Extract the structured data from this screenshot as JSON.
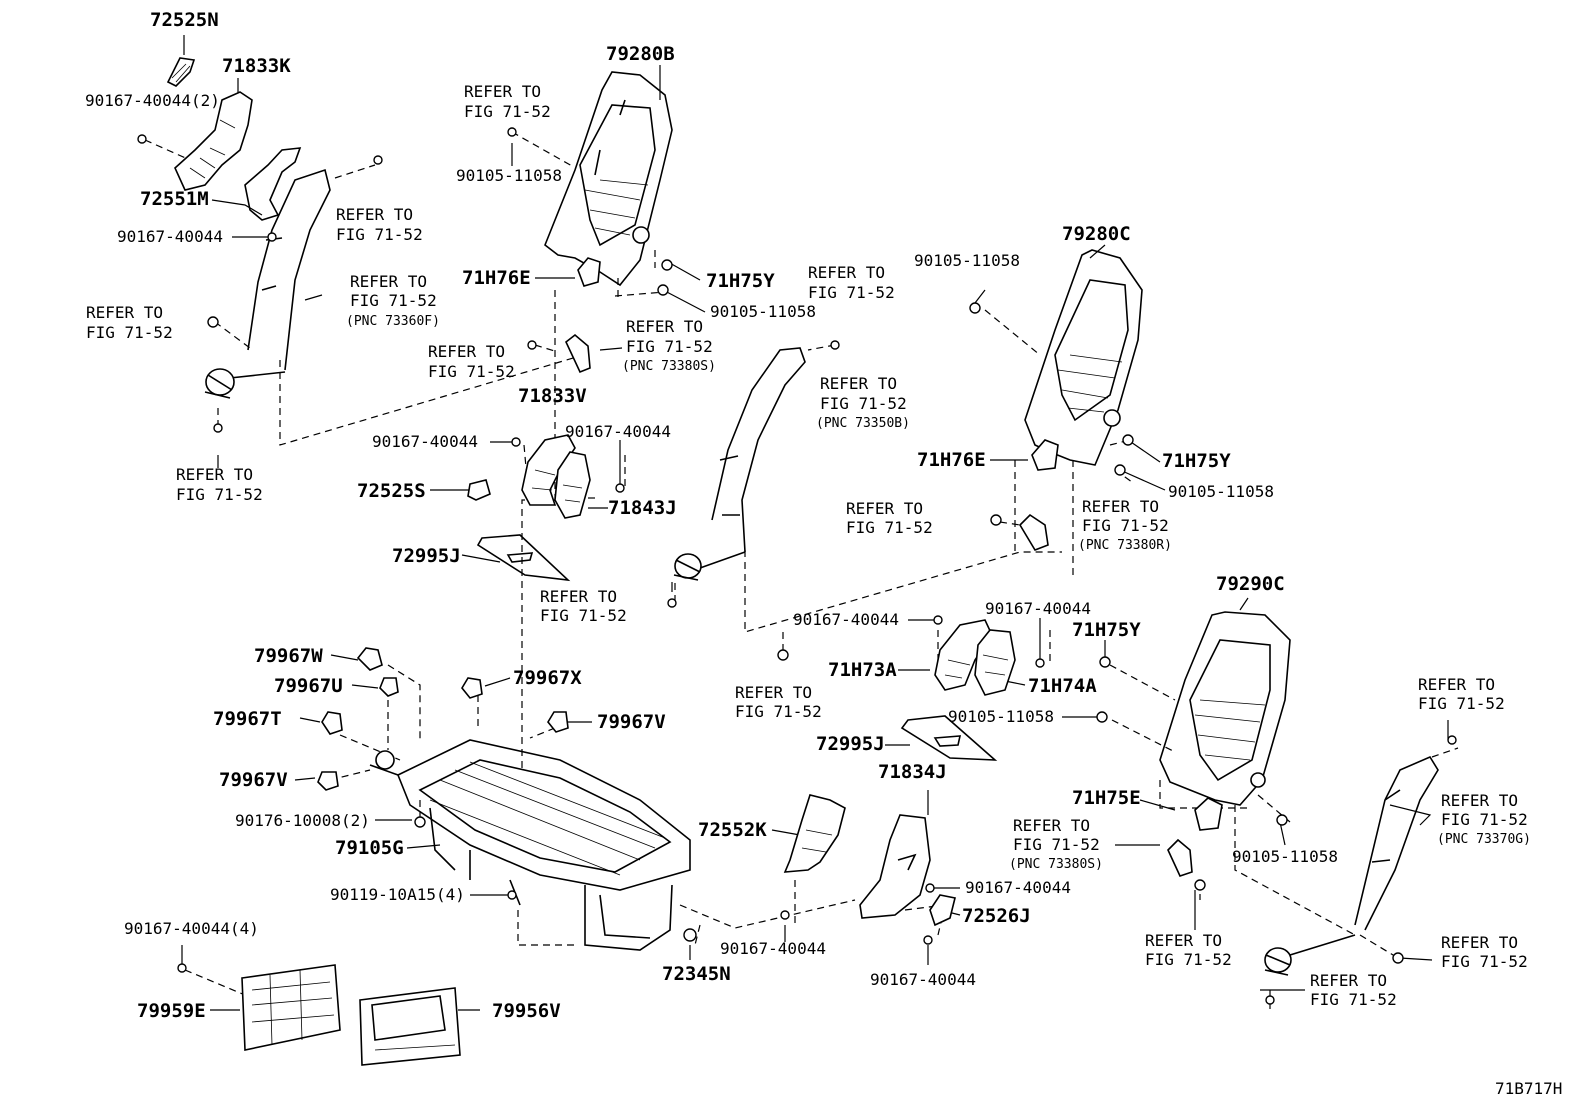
{
  "labels": {
    "l_72525N": "72525N",
    "l_71833K": "71833K",
    "l_90167_40044_2": "90167-40044(2)",
    "l_72551M": "72551M",
    "l_90167_40044_a": "90167-40044",
    "l_79280B": "79280B",
    "l_90105_11058_a": "90105-11058",
    "l_71H76E_a": "71H76E",
    "l_71H75Y_a": "71H75Y",
    "l_90105_11058_b": "90105-11058",
    "l_71833V": "71833V",
    "l_90167_40044_b": "90167-40044",
    "l_90167_40044_c": "90167-40044",
    "l_72525S": "72525S",
    "l_71843J": "71843J",
    "l_72995J_a": "72995J",
    "l_79280C": "79280C",
    "l_90105_11058_c": "90105-11058",
    "l_71H76E_b": "71H76E",
    "l_71H75Y_b": "71H75Y",
    "l_90105_11058_d": "90105-11058",
    "l_79290C": "79290C",
    "l_71H75Y_c": "71H75Y",
    "l_90167_40044_d": "90167-40044",
    "l_90167_40044_e": "90167-40044",
    "l_71H73A": "71H73A",
    "l_71H74A": "71H74A",
    "l_90105_11058_e": "90105-11058",
    "l_72995J_b": "72995J",
    "l_71H75E": "71H75E",
    "l_71834J": "71834J",
    "l_90105_11058_f": "90105-11058",
    "l_79967W": "79967W",
    "l_79967U": "79967U",
    "l_79967X": "79967X",
    "l_79967T": "79967T",
    "l_79967V_a": "79967V",
    "l_79967V_b": "79967V",
    "l_90176_10008_2": "90176-10008(2)",
    "l_79105G": "79105G",
    "l_72552K": "72552K",
    "l_90119_10A15_4": "90119-10A15(4)",
    "l_90167_40044_f": "90167-40044",
    "l_72526J": "72526J",
    "l_90167_40044_4": "90167-40044(4)",
    "l_90167_40044_g": "90167-40044",
    "l_90167_40044_h": "90167-40044",
    "l_72345N": "72345N",
    "l_79959E": "79959E",
    "l_79956V": "79956V",
    "diagram_code": "71B717H"
  },
  "refer_notes": {
    "refer_to": "REFER TO",
    "fig": "FIG 71-52",
    "pnc_73360F": "(PNC 73360F)",
    "pnc_73380S": "(PNC 73380S)",
    "pnc_73350B": "(PNC 73350B)",
    "pnc_73380R": "(PNC 73380R)",
    "pnc_73370G": "(PNC 73370G)"
  }
}
